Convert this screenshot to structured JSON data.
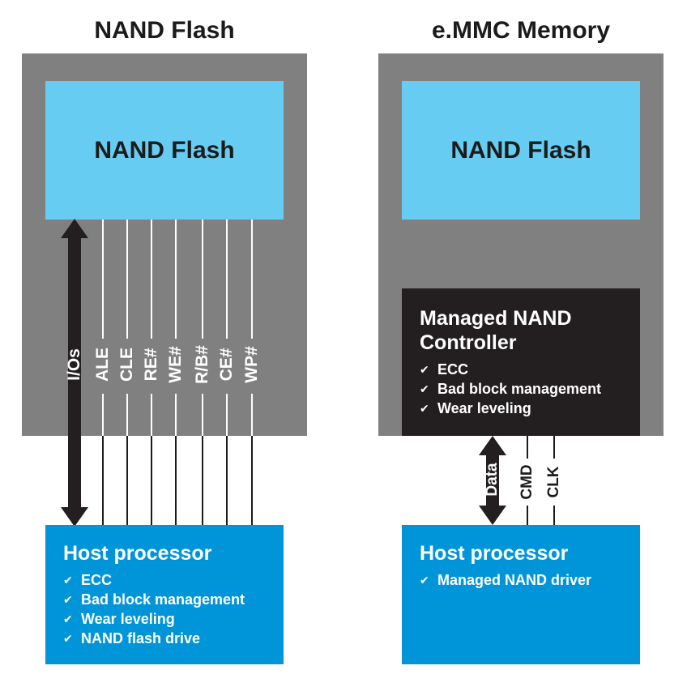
{
  "left": {
    "title": "NAND Flash",
    "nand_label": "NAND Flash",
    "io_label": "I/Os",
    "signals": [
      "ALE",
      "CLE",
      "RE#",
      "WE#",
      "R/B#",
      "CE#",
      "WP#"
    ],
    "host": {
      "title": "Host processor",
      "items": [
        "ECC",
        "Bad block management",
        "Wear leveling",
        "NAND flash drive"
      ]
    }
  },
  "right": {
    "title": "e.MMC Memory",
    "nand_label": "NAND Flash",
    "controller": {
      "title_line1": "Managed NAND",
      "title_line2": "Controller",
      "items": [
        "ECC",
        "Bad block management",
        "Wear leveling"
      ]
    },
    "data_label": "Data",
    "signals": [
      "CMD",
      "CLK"
    ],
    "host": {
      "title": "Host processor",
      "items": [
        "Managed NAND driver"
      ]
    }
  },
  "colors": {
    "gray_package": "#808080",
    "nand_cyan": "#66ccf2",
    "host_blue": "#0095d9",
    "controller_dark": "#231f20"
  }
}
